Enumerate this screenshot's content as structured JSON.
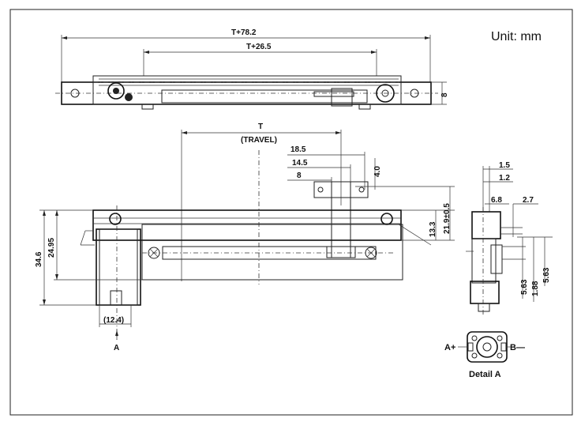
{
  "unit_label": "Unit: mm",
  "top_view": {
    "overall_length": "T+78.2",
    "mount_spacing": "T+26.5",
    "height": "8"
  },
  "front_view": {
    "travel_main": "T",
    "travel_sub": "(TRAVEL)",
    "dim_18_5": "18.5",
    "dim_14_5": "14.5",
    "dim_8": "8",
    "dim_4_0": "4.0",
    "height_34_6": "34.6",
    "height_24_95": "24.95",
    "height_13_3": "13.3",
    "height_21_9": "21.9±0.5",
    "base_width": "(12.4)",
    "section_arrow": "A"
  },
  "side_view": {
    "dim_1_5": "1.5",
    "dim_1_2": "1.2",
    "dim_6_8": "6.8",
    "dim_2_7": "2.7",
    "dim_5_63a": "5.63",
    "dim_1_88": "1.88",
    "dim_5_63b": "5.63"
  },
  "detail": {
    "title": "Detail A",
    "left_label": "A+",
    "right_label": "B—"
  }
}
